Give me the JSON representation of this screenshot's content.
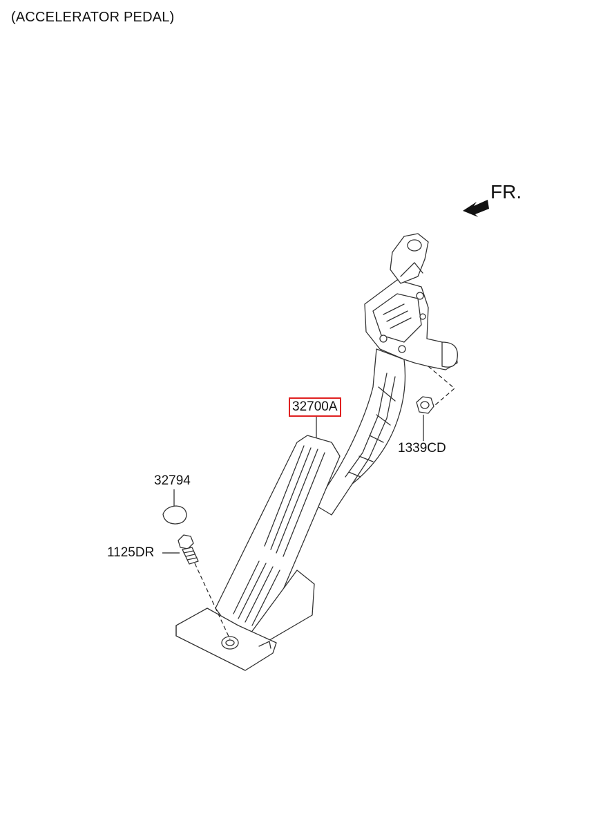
{
  "title": "(ACCELERATOR PEDAL)",
  "direction_label": "FR.",
  "icons": {
    "front_arrow": "front-direction-arrow-icon"
  },
  "parts": {
    "pedal_assembly": "32700A",
    "nut": "1339CD",
    "cap": "32794",
    "bolt": "1125DR"
  },
  "colors": {
    "highlight": "#e02020",
    "line": "#333333"
  }
}
